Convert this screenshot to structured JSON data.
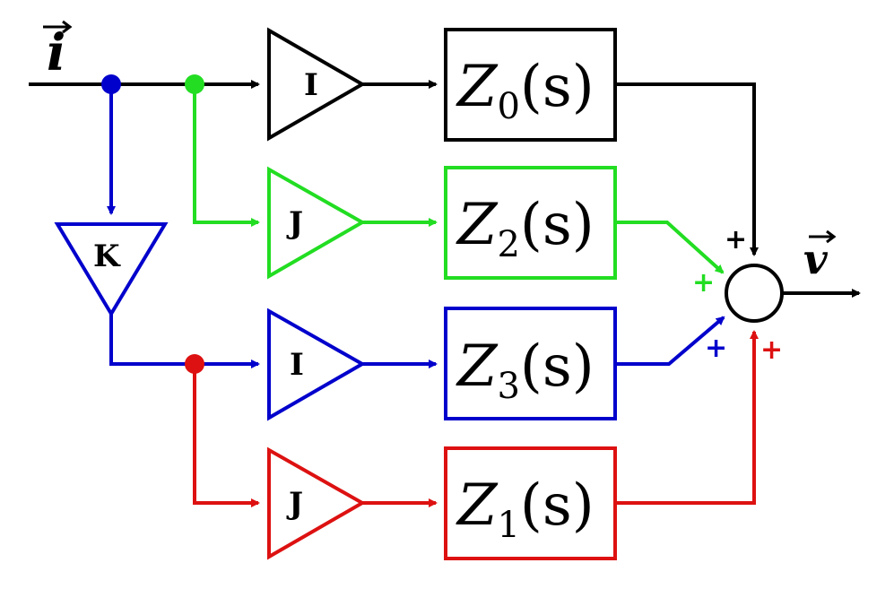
{
  "diagram": {
    "input_label": "i",
    "output_label": "v",
    "colors": {
      "black": "#000000",
      "green": "#22dd22",
      "blue": "#0000cc",
      "red": "#dd1111"
    },
    "gains": {
      "path0": "I",
      "path2": "J",
      "path3": "I",
      "path1": "J",
      "k_block": "K"
    },
    "blocks": {
      "z0": {
        "name": "Z",
        "sub": "0",
        "arg": "(s)"
      },
      "z2": {
        "name": "Z",
        "sub": "2",
        "arg": "(s)"
      },
      "z3": {
        "name": "Z",
        "sub": "3",
        "arg": "(s)"
      },
      "z1": {
        "name": "Z",
        "sub": "1",
        "arg": "(s)"
      }
    },
    "summing_signs": {
      "top": "+",
      "green": "+",
      "blue": "+",
      "red": "+"
    }
  }
}
